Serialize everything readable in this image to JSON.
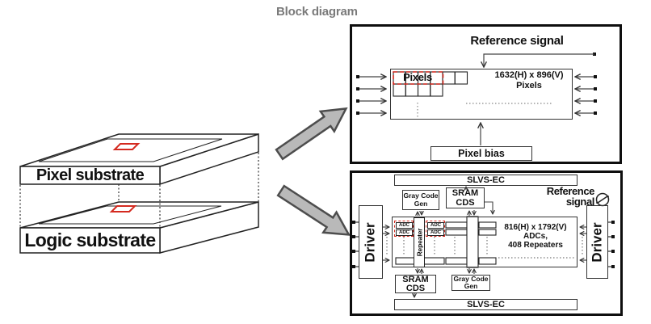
{
  "title": "Block diagram",
  "substrates": {
    "pixel_label": "Pixel substrate",
    "logic_label": "Logic substrate"
  },
  "top_diagram": {
    "reference_signal": "Reference signal",
    "pixels_label": "Pixels",
    "array_size_line1": "1632(H) x 896(V)",
    "array_size_line2": "Pixels",
    "pixel_bias": "Pixel bias"
  },
  "bottom_diagram": {
    "slvs_label": "SLVS-EC",
    "driver_label": "Driver",
    "gray_code_line1": "Gray Code",
    "gray_code_line2": "Gen",
    "sram_cds_line1": "SRAM",
    "sram_cds_line2": "CDS",
    "repeater_label": "Repeater",
    "adc_label": "ADC",
    "array_size_line1": "816(H) x 1792(V)",
    "array_size_line2": "ADCs,",
    "array_size_line3": "408 Repeaters",
    "reference_line1": "Reference",
    "reference_line2": "signal"
  },
  "icons": {
    "reference_signal_icon": "ramp-waveform-circle",
    "stack_arrow_icon": "block-arrow"
  },
  "colors": {
    "accent_red": "#d42a20",
    "arrow_fill": "#b9b9b9",
    "arrow_stroke": "#4d4d4d",
    "title_gray": "#7a7a7a",
    "line_dark": "#222222"
  }
}
